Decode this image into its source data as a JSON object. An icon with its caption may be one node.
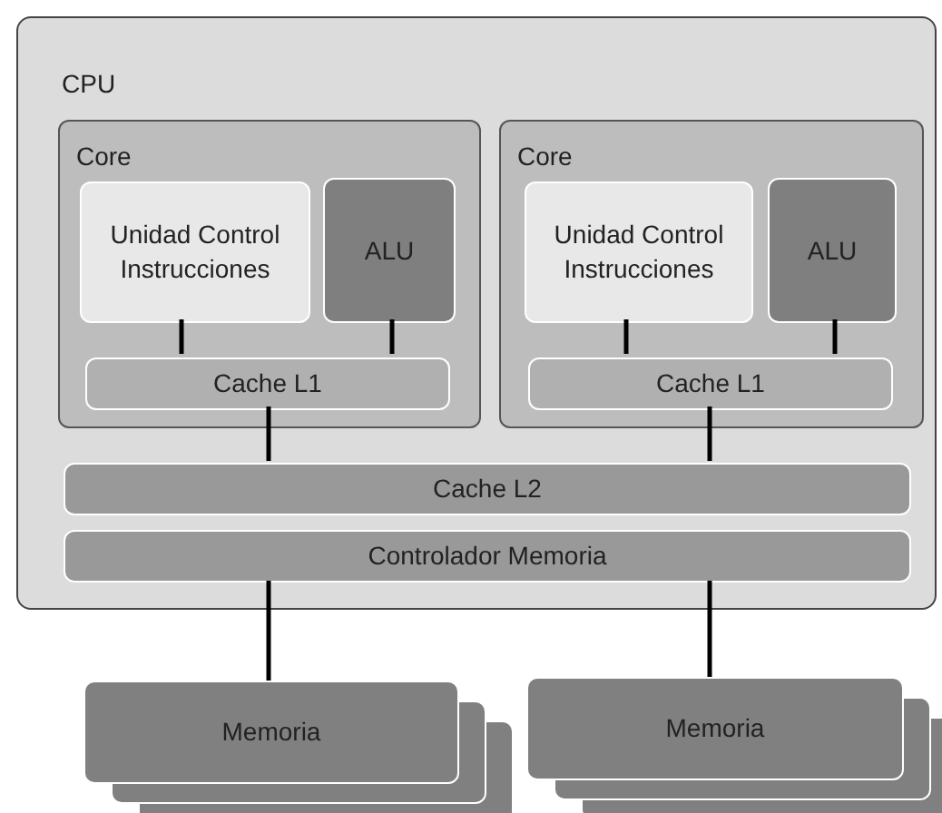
{
  "diagram": {
    "nodes": [
      {
        "text": [
          "CPU"
        ]
      },
      {
        "text": [
          "Core"
        ],
        "in": 0
      },
      {
        "text": [
          "Unidad Control Instrucciones"
        ],
        "in": 1
      },
      {
        "text": [
          "ALU"
        ],
        "in": 1
      },
      {
        "text": [
          "Cache L1"
        ],
        "in": 1
      },
      {
        "text": [
          "Core"
        ],
        "in": 0
      },
      {
        "text": [
          "Unidad Control Instrucciones"
        ],
        "in": 5
      },
      {
        "text": [
          "ALU"
        ],
        "in": 5
      },
      {
        "text": [
          "Cache L1"
        ],
        "in": 5
      },
      {
        "text": [
          "Cache L2"
        ],
        "in": 0
      },
      {
        "text": [
          "Controlador Memoria"
        ],
        "in": 0
      },
      {
        "text": [
          "Memoria"
        ]
      },
      {
        "text": [
          "Memoria"
        ]
      }
    ],
    "edges": [
      {
        "from": 2,
        "to": 4,
        "arrow": "none"
      },
      {
        "from": 3,
        "to": 4,
        "arrow": "none"
      },
      {
        "from": 6,
        "to": 8,
        "arrow": "none"
      },
      {
        "from": 7,
        "to": 8,
        "arrow": "none"
      },
      {
        "from": 4,
        "to": 9,
        "arrow": "none"
      },
      {
        "from": 8,
        "to": 9,
        "arrow": "none"
      },
      {
        "from": 10,
        "to": 11,
        "arrow": "none"
      },
      {
        "from": 10,
        "to": 12,
        "arrow": "none"
      }
    ]
  }
}
